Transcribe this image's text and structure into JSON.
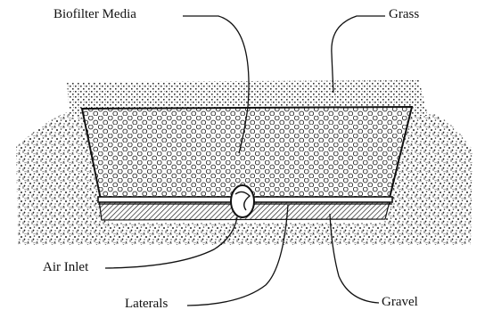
{
  "labels": {
    "biofilter_media": "Biofilter Media",
    "grass": "Grass",
    "air_inlet": "Air Inlet",
    "laterals": "Laterals",
    "gravel": "Gravel"
  },
  "colors": {
    "ink": "#1a1a1a",
    "background": "#ffffff"
  }
}
